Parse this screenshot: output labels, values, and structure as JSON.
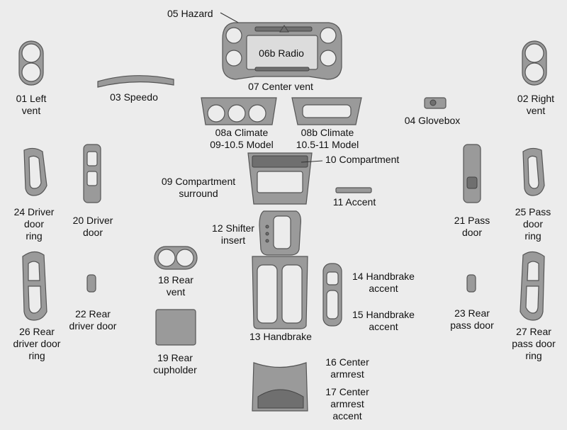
{
  "labels": {
    "p01": [
      "01 Left",
      "vent"
    ],
    "p02": [
      "02 Right",
      "vent"
    ],
    "p03": [
      "03 Speedo"
    ],
    "p04": [
      "04 Glovebox"
    ],
    "p05": [
      "05 Hazard"
    ],
    "p06b": [
      "06b Radio"
    ],
    "p07": [
      "07 Center vent"
    ],
    "p08a": [
      "08a Climate",
      "09-10.5 Model"
    ],
    "p08b": [
      "08b Climate",
      "10.5-11 Model"
    ],
    "p09": [
      "09 Compartment",
      "surround"
    ],
    "p10": [
      "10 Compartment"
    ],
    "p11": [
      "11 Accent"
    ],
    "p12": [
      "12 Shifter",
      "insert"
    ],
    "p13": [
      "13 Handbrake"
    ],
    "p14": [
      "14 Handbrake",
      "accent"
    ],
    "p15": [
      "15 Handbrake",
      "accent"
    ],
    "p16": [
      "16 Center",
      "armrest"
    ],
    "p17": [
      "17 Center",
      "armrest",
      "accent"
    ],
    "p18": [
      "18 Rear",
      "vent"
    ],
    "p19": [
      "19 Rear",
      "cupholder"
    ],
    "p20": [
      "20 Driver",
      "door"
    ],
    "p21": [
      "21 Pass",
      "door"
    ],
    "p22": [
      "22 Rear",
      "driver door"
    ],
    "p23": [
      "23 Rear",
      "pass door"
    ],
    "p24": [
      "24 Driver",
      "door",
      "ring"
    ],
    "p25": [
      "25 Pass",
      "door",
      "ring"
    ],
    "p26": [
      "26 Rear",
      "driver door",
      "ring"
    ],
    "p27": [
      "27 Rear",
      "pass door",
      "ring"
    ]
  },
  "colors": {
    "background": "#ececec",
    "part_fill": "#9a9a9a",
    "part_stroke": "#555555"
  }
}
